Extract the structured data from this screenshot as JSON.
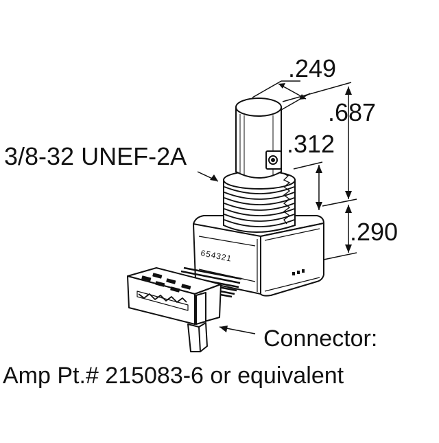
{
  "dimensions": {
    "shaft_diameter": ".249",
    "shaft_length": ".687",
    "thread_length": ".312",
    "body_height": ".290"
  },
  "thread_label": "3/8-32 UNEF-2A",
  "connector": {
    "line1": "Connector:",
    "line2": "Amp Pt.# 215083-6 or equivalent"
  },
  "pin_numbers": "654321",
  "colors": {
    "ink": "#111111",
    "background": "#ffffff"
  }
}
